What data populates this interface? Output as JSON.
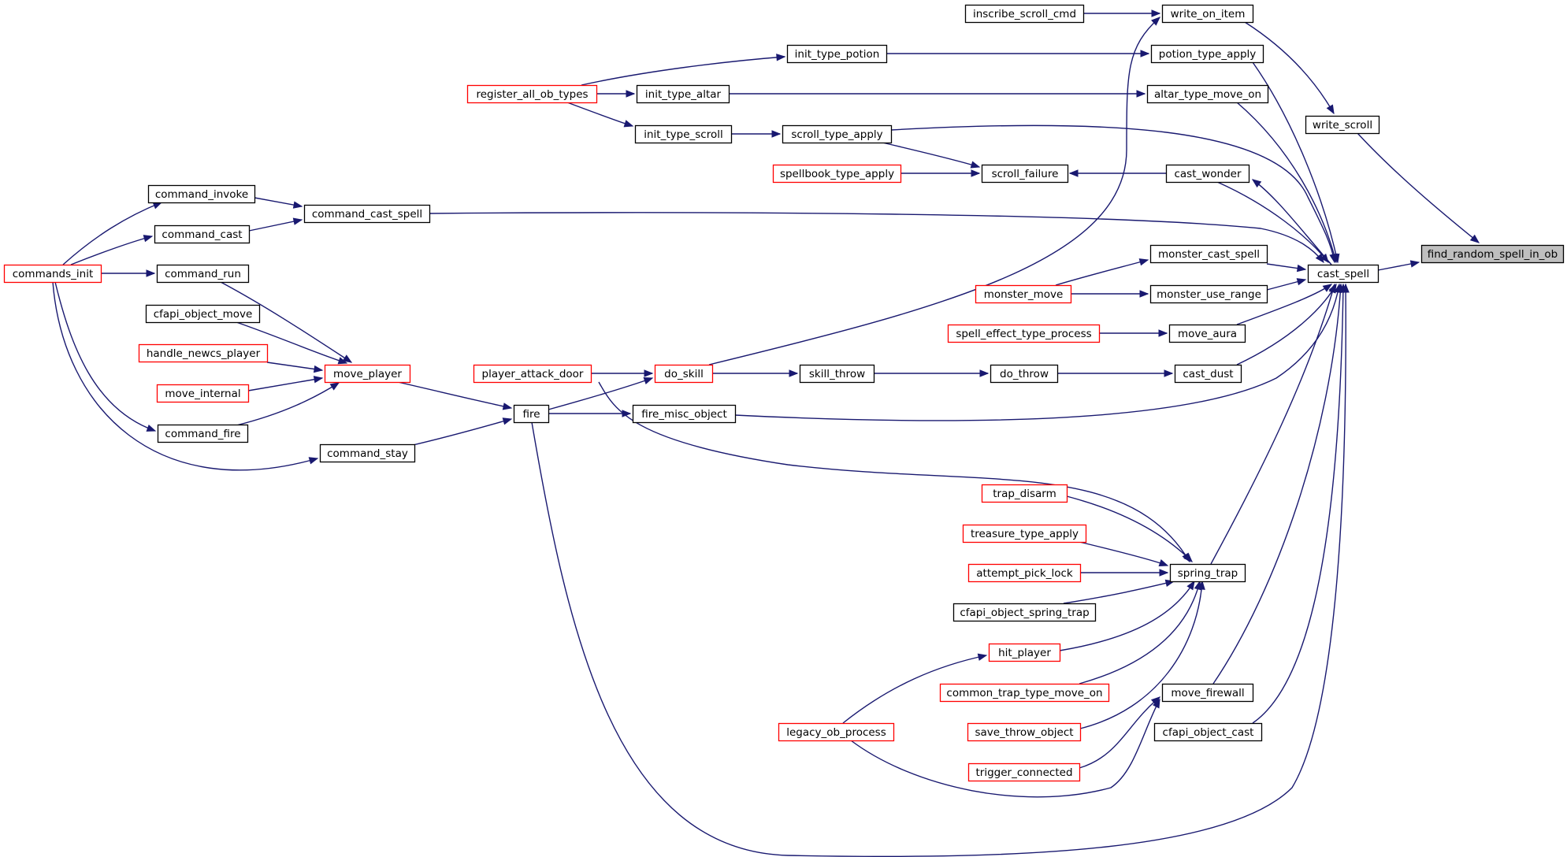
{
  "colors": {
    "edge": "#191970",
    "node_border_default": "#000000",
    "node_border_truncated": "#ff0000",
    "node_fill_default": "#ffffff",
    "node_fill_focus": "#bfbfbf"
  },
  "graph": {
    "nodes": [
      {
        "id": "find_random_spell_in_ob",
        "label": "find_random_spell_in_ob",
        "style": "focus"
      },
      {
        "id": "cast_spell",
        "label": "cast_spell",
        "style": "normal"
      },
      {
        "id": "write_scroll",
        "label": "write_scroll",
        "style": "normal"
      },
      {
        "id": "write_on_item",
        "label": "write_on_item",
        "style": "normal"
      },
      {
        "id": "inscribe_scroll_cmd",
        "label": "inscribe_scroll_cmd",
        "style": "normal"
      },
      {
        "id": "potion_type_apply",
        "label": "potion_type_apply",
        "style": "normal"
      },
      {
        "id": "init_type_potion",
        "label": "init_type_potion",
        "style": "normal"
      },
      {
        "id": "register_all_ob_types",
        "label": "register_all_ob_types",
        "style": "truncated"
      },
      {
        "id": "altar_type_move_on",
        "label": "altar_type_move_on",
        "style": "normal"
      },
      {
        "id": "init_type_altar",
        "label": "init_type_altar",
        "style": "normal"
      },
      {
        "id": "scroll_type_apply",
        "label": "scroll_type_apply",
        "style": "normal"
      },
      {
        "id": "init_type_scroll",
        "label": "init_type_scroll",
        "style": "normal"
      },
      {
        "id": "cast_wonder",
        "label": "cast_wonder",
        "style": "normal"
      },
      {
        "id": "scroll_failure",
        "label": "scroll_failure",
        "style": "normal"
      },
      {
        "id": "spellbook_type_apply",
        "label": "spellbook_type_apply",
        "style": "truncated"
      },
      {
        "id": "command_cast_spell",
        "label": "command_cast_spell",
        "style": "normal"
      },
      {
        "id": "command_invoke",
        "label": "command_invoke",
        "style": "normal"
      },
      {
        "id": "command_cast",
        "label": "command_cast",
        "style": "normal"
      },
      {
        "id": "commands_init",
        "label": "commands_init",
        "style": "truncated"
      },
      {
        "id": "monster_cast_spell",
        "label": "monster_cast_spell",
        "style": "normal"
      },
      {
        "id": "monster_use_range",
        "label": "monster_use_range",
        "style": "normal"
      },
      {
        "id": "monster_move",
        "label": "monster_move",
        "style": "truncated"
      },
      {
        "id": "move_aura",
        "label": "move_aura",
        "style": "normal"
      },
      {
        "id": "spell_effect_type_process",
        "label": "spell_effect_type_process",
        "style": "truncated"
      },
      {
        "id": "cast_dust",
        "label": "cast_dust",
        "style": "normal"
      },
      {
        "id": "do_throw",
        "label": "do_throw",
        "style": "normal"
      },
      {
        "id": "skill_throw",
        "label": "skill_throw",
        "style": "normal"
      },
      {
        "id": "do_skill",
        "label": "do_skill",
        "style": "truncated"
      },
      {
        "id": "player_attack_door",
        "label": "player_attack_door",
        "style": "truncated"
      },
      {
        "id": "fire",
        "label": "fire",
        "style": "normal"
      },
      {
        "id": "fire_misc_object",
        "label": "fire_misc_object",
        "style": "normal"
      },
      {
        "id": "move_player",
        "label": "move_player",
        "style": "truncated"
      },
      {
        "id": "command_run",
        "label": "command_run",
        "style": "normal"
      },
      {
        "id": "cfapi_object_move",
        "label": "cfapi_object_move",
        "style": "normal"
      },
      {
        "id": "handle_newcs_player",
        "label": "handle_newcs_player",
        "style": "truncated"
      },
      {
        "id": "move_internal",
        "label": "move_internal",
        "style": "truncated"
      },
      {
        "id": "command_fire",
        "label": "command_fire",
        "style": "normal"
      },
      {
        "id": "command_stay",
        "label": "command_stay",
        "style": "normal"
      },
      {
        "id": "spring_trap",
        "label": "spring_trap",
        "style": "normal"
      },
      {
        "id": "trap_disarm",
        "label": "trap_disarm",
        "style": "truncated"
      },
      {
        "id": "treasure_type_apply",
        "label": "treasure_type_apply",
        "style": "truncated"
      },
      {
        "id": "attempt_pick_lock",
        "label": "attempt_pick_lock",
        "style": "truncated"
      },
      {
        "id": "cfapi_object_spring_trap",
        "label": "cfapi_object_spring_trap",
        "style": "normal"
      },
      {
        "id": "hit_player",
        "label": "hit_player",
        "style": "truncated"
      },
      {
        "id": "common_trap_type_move_on",
        "label": "common_trap_type_move_on",
        "style": "truncated"
      },
      {
        "id": "save_throw_object",
        "label": "save_throw_object",
        "style": "truncated"
      },
      {
        "id": "trigger_connected",
        "label": "trigger_connected",
        "style": "truncated"
      },
      {
        "id": "legacy_ob_process",
        "label": "legacy_ob_process",
        "style": "truncated"
      },
      {
        "id": "move_firewall",
        "label": "move_firewall",
        "style": "normal"
      },
      {
        "id": "cfapi_object_cast",
        "label": "cfapi_object_cast",
        "style": "normal"
      }
    ],
    "edges": [
      {
        "from": "cast_spell",
        "to": "find_random_spell_in_ob"
      },
      {
        "from": "write_scroll",
        "to": "find_random_spell_in_ob"
      },
      {
        "from": "write_on_item",
        "to": "write_scroll"
      },
      {
        "from": "inscribe_scroll_cmd",
        "to": "write_on_item"
      },
      {
        "from": "do_skill",
        "to": "write_on_item"
      },
      {
        "from": "potion_type_apply",
        "to": "cast_spell"
      },
      {
        "from": "init_type_potion",
        "to": "potion_type_apply"
      },
      {
        "from": "register_all_ob_types",
        "to": "init_type_potion"
      },
      {
        "from": "register_all_ob_types",
        "to": "init_type_altar"
      },
      {
        "from": "register_all_ob_types",
        "to": "init_type_scroll"
      },
      {
        "from": "altar_type_move_on",
        "to": "cast_spell"
      },
      {
        "from": "init_type_altar",
        "to": "altar_type_move_on"
      },
      {
        "from": "scroll_type_apply",
        "to": "cast_spell"
      },
      {
        "from": "init_type_scroll",
        "to": "scroll_type_apply"
      },
      {
        "from": "scroll_type_apply",
        "to": "scroll_failure"
      },
      {
        "from": "spellbook_type_apply",
        "to": "scroll_failure"
      },
      {
        "from": "cast_wonder",
        "to": "scroll_failure"
      },
      {
        "from": "cast_wonder",
        "to": "cast_spell"
      },
      {
        "from": "cast_spell",
        "to": "cast_wonder"
      },
      {
        "from": "command_cast_spell",
        "to": "cast_spell"
      },
      {
        "from": "command_invoke",
        "to": "command_cast_spell"
      },
      {
        "from": "command_cast",
        "to": "command_cast_spell"
      },
      {
        "from": "commands_init",
        "to": "command_invoke"
      },
      {
        "from": "commands_init",
        "to": "command_cast"
      },
      {
        "from": "commands_init",
        "to": "command_run"
      },
      {
        "from": "commands_init",
        "to": "command_fire"
      },
      {
        "from": "commands_init",
        "to": "command_stay"
      },
      {
        "from": "monster_cast_spell",
        "to": "cast_spell"
      },
      {
        "from": "monster_move",
        "to": "monster_cast_spell"
      },
      {
        "from": "monster_move",
        "to": "monster_use_range"
      },
      {
        "from": "monster_use_range",
        "to": "cast_spell"
      },
      {
        "from": "move_aura",
        "to": "cast_spell"
      },
      {
        "from": "spell_effect_type_process",
        "to": "move_aura"
      },
      {
        "from": "cast_dust",
        "to": "cast_spell"
      },
      {
        "from": "do_throw",
        "to": "cast_dust"
      },
      {
        "from": "skill_throw",
        "to": "do_throw"
      },
      {
        "from": "do_skill",
        "to": "skill_throw"
      },
      {
        "from": "player_attack_door",
        "to": "do_skill"
      },
      {
        "from": "fire",
        "to": "do_skill"
      },
      {
        "from": "fire",
        "to": "fire_misc_object"
      },
      {
        "from": "fire_misc_object",
        "to": "cast_spell"
      },
      {
        "from": "move_player",
        "to": "fire"
      },
      {
        "from": "command_stay",
        "to": "fire"
      },
      {
        "from": "command_run",
        "to": "move_player"
      },
      {
        "from": "cfapi_object_move",
        "to": "move_player"
      },
      {
        "from": "handle_newcs_player",
        "to": "move_player"
      },
      {
        "from": "move_internal",
        "to": "move_player"
      },
      {
        "from": "command_fire",
        "to": "move_player"
      },
      {
        "from": "spring_trap",
        "to": "cast_spell"
      },
      {
        "from": "player_attack_door",
        "to": "spring_trap"
      },
      {
        "from": "trap_disarm",
        "to": "spring_trap"
      },
      {
        "from": "treasure_type_apply",
        "to": "spring_trap"
      },
      {
        "from": "attempt_pick_lock",
        "to": "spring_trap"
      },
      {
        "from": "cfapi_object_spring_trap",
        "to": "spring_trap"
      },
      {
        "from": "hit_player",
        "to": "spring_trap"
      },
      {
        "from": "common_trap_type_move_on",
        "to": "spring_trap"
      },
      {
        "from": "save_throw_object",
        "to": "spring_trap"
      },
      {
        "from": "legacy_ob_process",
        "to": "hit_player"
      },
      {
        "from": "legacy_ob_process",
        "to": "move_firewall"
      },
      {
        "from": "trigger_connected",
        "to": "move_firewall"
      },
      {
        "from": "move_firewall",
        "to": "cast_spell"
      },
      {
        "from": "cfapi_object_cast",
        "to": "cast_spell"
      },
      {
        "from": "fire",
        "to": "cast_spell"
      }
    ]
  }
}
